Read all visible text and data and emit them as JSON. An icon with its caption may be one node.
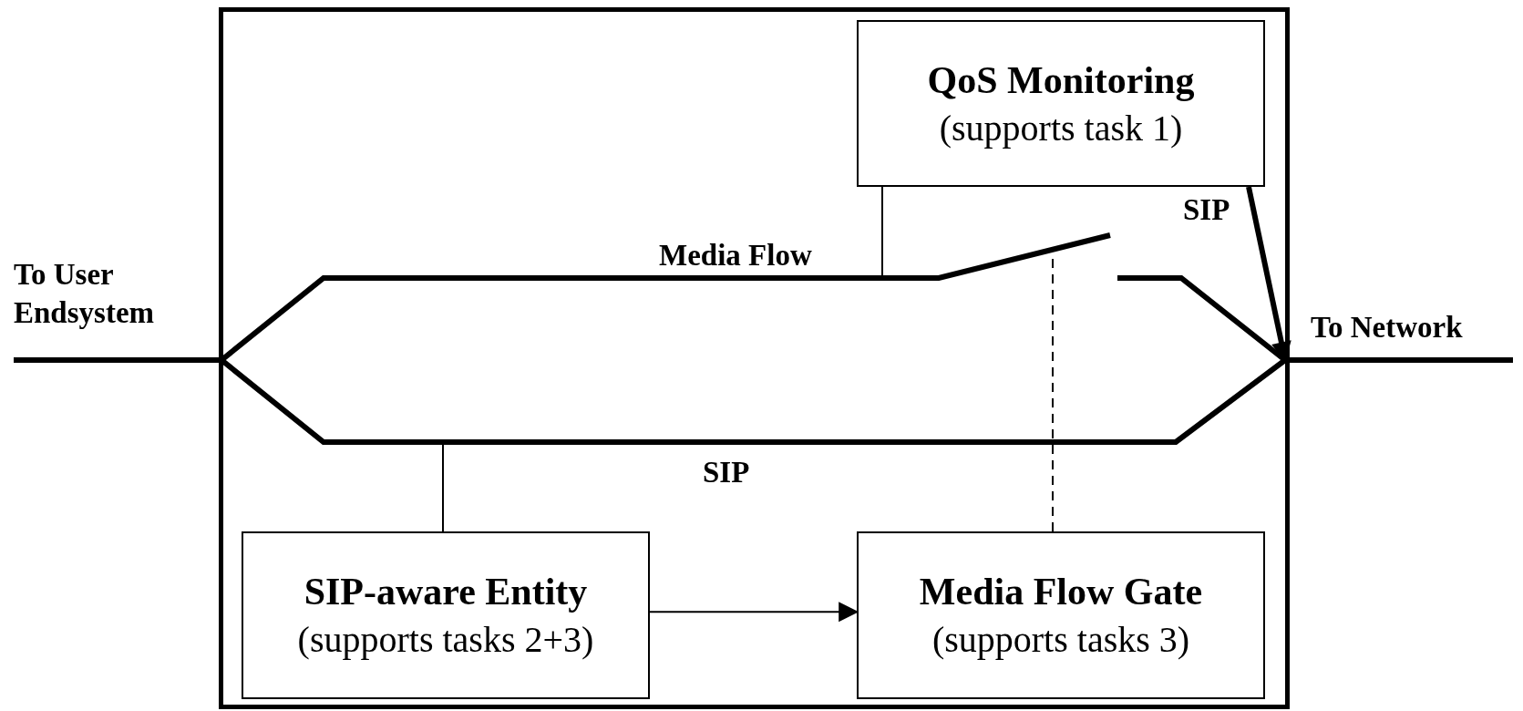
{
  "diagram": {
    "nodes": [
      {
        "text": [],
        "shape": "box"
      },
      {
        "text": [
          "QoS Monitoring",
          "(supports task 1)"
        ],
        "in": 0
      },
      {
        "text": [
          "SIP-aware Entity",
          "(supports tasks 2+3)"
        ],
        "in": 0
      },
      {
        "text": [
          "Media Flow Gate",
          "(supports tasks 3)"
        ],
        "in": 0
      },
      {
        "text": [
          "To User Endsystem"
        ]
      },
      {
        "text": [
          "To Network"
        ]
      }
    ],
    "edges": [
      {
        "from": 4,
        "to": null,
        "arrow": "none",
        "label": "Media Flow",
        "style": "thick"
      },
      {
        "from": null,
        "to": 5,
        "arrow": "none",
        "style": "thick"
      },
      {
        "from": 4,
        "to": 5,
        "arrow": "none",
        "label": "SIP",
        "style": "thick"
      },
      {
        "from": 1,
        "to": null,
        "arrow": "none"
      },
      {
        "from": 2,
        "to": null,
        "arrow": "none"
      },
      {
        "from": 3,
        "to": null,
        "arrow": "none",
        "style": "dashed"
      },
      {
        "from": 2,
        "to": 3,
        "arrow": "to"
      },
      {
        "from": 1,
        "to": 5,
        "arrow": "to",
        "label": "SIP",
        "style": "thick"
      }
    ]
  }
}
